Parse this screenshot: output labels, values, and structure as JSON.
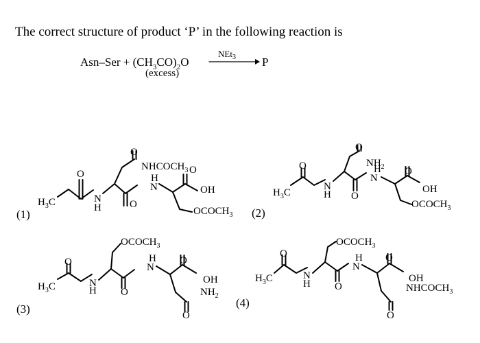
{
  "question": {
    "text": "The correct structure of product ‘P’ in the following reaction is"
  },
  "reaction": {
    "reactant": "Asn–Ser + (CH",
    "reactant_tail": "CO)",
    "reactant_end": "O",
    "sub3": "3",
    "sub2": "2",
    "excess": "(excess)",
    "reagent": "NEt",
    "reagent_sub": "3",
    "product": "P"
  },
  "options": [
    {
      "number": "(1)",
      "labels": {
        "methyl": "H",
        "methyl_sub": "3",
        "methyl_c": "C",
        "nh1_n": "N",
        "nh1_h": "H",
        "side": "NHCOCH",
        "side_sub": "3",
        "nh2_h": "H",
        "nh2_n": "N",
        "oh": "OH",
        "ester": "OCOCH",
        "ester_sub": "3",
        "o": "O"
      }
    },
    {
      "number": "(2)",
      "labels": {
        "methyl": "H",
        "methyl_sub": "3",
        "methyl_c": "C",
        "nh1_n": "N",
        "nh1_h": "H",
        "side": "NH",
        "side_sub": "2",
        "nh2_h": "H",
        "nh2_n": "N",
        "oh": "OH",
        "ester": "OCOCH",
        "ester_sub": "3",
        "o": "O"
      }
    },
    {
      "number": "(3)",
      "labels": {
        "methyl": "H",
        "methyl_sub": "3",
        "methyl_c": "C",
        "nh1_n": "N",
        "nh1_h": "H",
        "ester": "OCOCH",
        "ester_sub": "3",
        "nh2_h": "H",
        "nh2_n": "N",
        "oh": "OH",
        "side": "NH",
        "side_sub": "2",
        "o": "O"
      }
    },
    {
      "number": "(4)",
      "labels": {
        "methyl": "H",
        "methyl_sub": "3",
        "methyl_c": "C",
        "nh1_n": "N",
        "nh1_h": "H",
        "ester": "OCOCH",
        "ester_sub": "3",
        "nh2_h": "H",
        "nh2_n": "N",
        "oh": "OH",
        "side": "NHCOCH",
        "side_sub": "3",
        "o": "O"
      }
    }
  ]
}
